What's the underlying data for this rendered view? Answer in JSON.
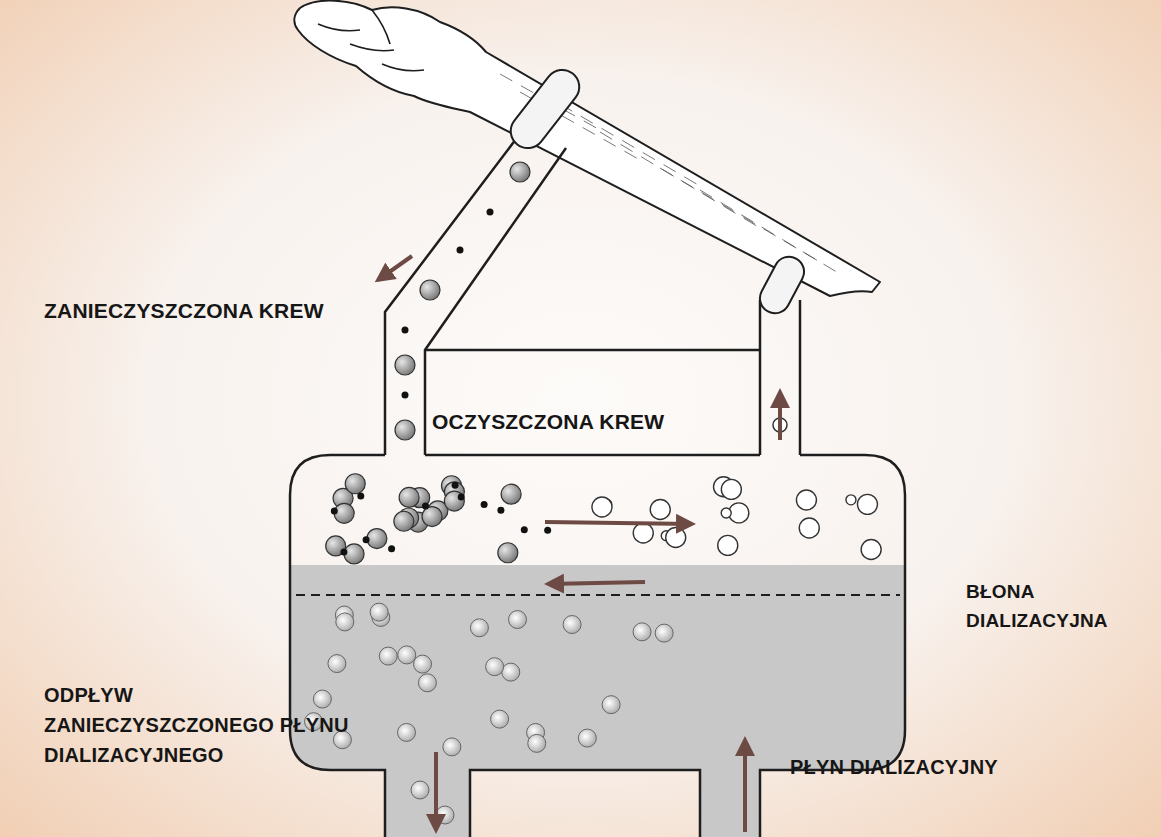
{
  "diagram": {
    "labels": [
      "ZANIECZYSZCZONA KREW",
      "OCZYSZCZONA KREW",
      "BŁONA DIALIZACYJNA",
      "ODPŁYW ZANIECZYSZCZONEGO PŁYNU DIALIZACYJNEGO",
      "PŁYN DIALIZACYJNY"
    ]
  }
}
